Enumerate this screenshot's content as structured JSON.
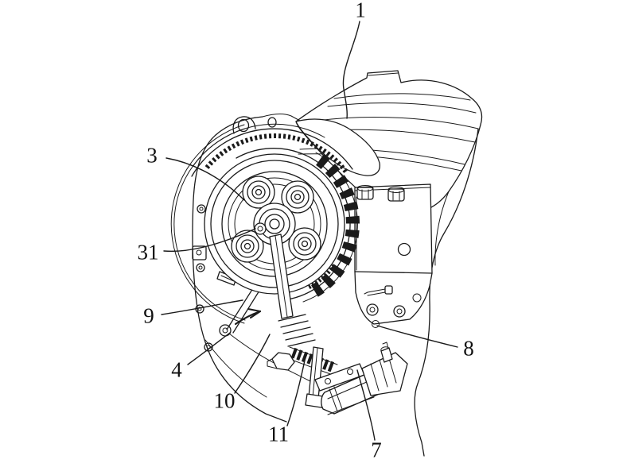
{
  "figure": {
    "background": "#ffffff",
    "line_color": "#1b1b1b",
    "description": "Patent-style line drawing of an engine clutch and release actuator assembly with reference numerals and a direction arrow"
  },
  "labels": [
    {
      "id": "1",
      "text": "1"
    },
    {
      "id": "3",
      "text": "3"
    },
    {
      "id": "31",
      "text": "31"
    },
    {
      "id": "9",
      "text": "9"
    },
    {
      "id": "4",
      "text": "4"
    },
    {
      "id": "10",
      "text": "10"
    },
    {
      "id": "11",
      "text": "11"
    },
    {
      "id": "7",
      "text": "7"
    },
    {
      "id": "8",
      "text": "8"
    }
  ]
}
